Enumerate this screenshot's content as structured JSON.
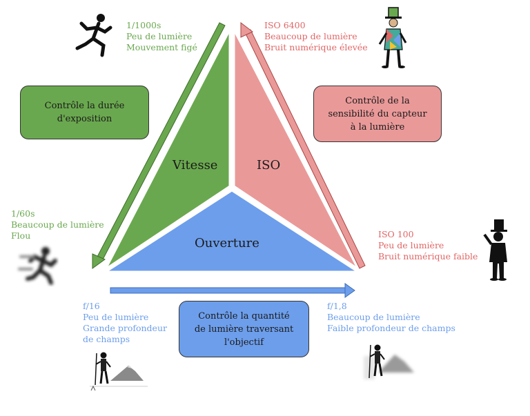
{
  "triangle": {
    "speed_label": "Vitesse",
    "iso_label": "ISO",
    "aperture_label": "Ouverture",
    "colors": {
      "speed": "#6aa84f",
      "iso": "#ea9999",
      "aperture": "#6d9eeb"
    }
  },
  "speed": {
    "fast": {
      "value": "1/1000s",
      "line1": "Peu de lumière",
      "line2": "Mouvement figé"
    },
    "slow": {
      "value": "1/60s",
      "line1": "Beaucoup de lumière",
      "line2": "Flou"
    },
    "box": {
      "line1": "Contrôle la durée",
      "line2": "d'exposition"
    }
  },
  "iso": {
    "high": {
      "value": "ISO 6400",
      "line1": "Beaucoup de lumière",
      "line2": "Bruit numérique élevée"
    },
    "low": {
      "value": "ISO 100",
      "line1": "Peu de lumière",
      "line2": "Bruit numérique faible"
    },
    "box": {
      "line1": "Contrôle de la",
      "line2": "sensibilité du capteur",
      "line3": "à la lumière"
    }
  },
  "aperture": {
    "closed": {
      "value": "f/16",
      "line1": "Peu de lumière",
      "line2": "Grande profondeur",
      "line3": "de champs"
    },
    "open": {
      "value": "f/1,8",
      "line1": "Beaucoup de lumière",
      "line2": "Faible profondeur de champs"
    },
    "box": {
      "line1": "Contrôle la quantité",
      "line2": "de lumière traversant",
      "line3": "l'objectif"
    }
  },
  "icons": [
    "running-man-icon",
    "harlequin-man-icon",
    "blurred-runner-icon",
    "top-hat-man-icon",
    "hiker-mountain-sharp-icon",
    "hiker-mountain-blurred-icon"
  ]
}
